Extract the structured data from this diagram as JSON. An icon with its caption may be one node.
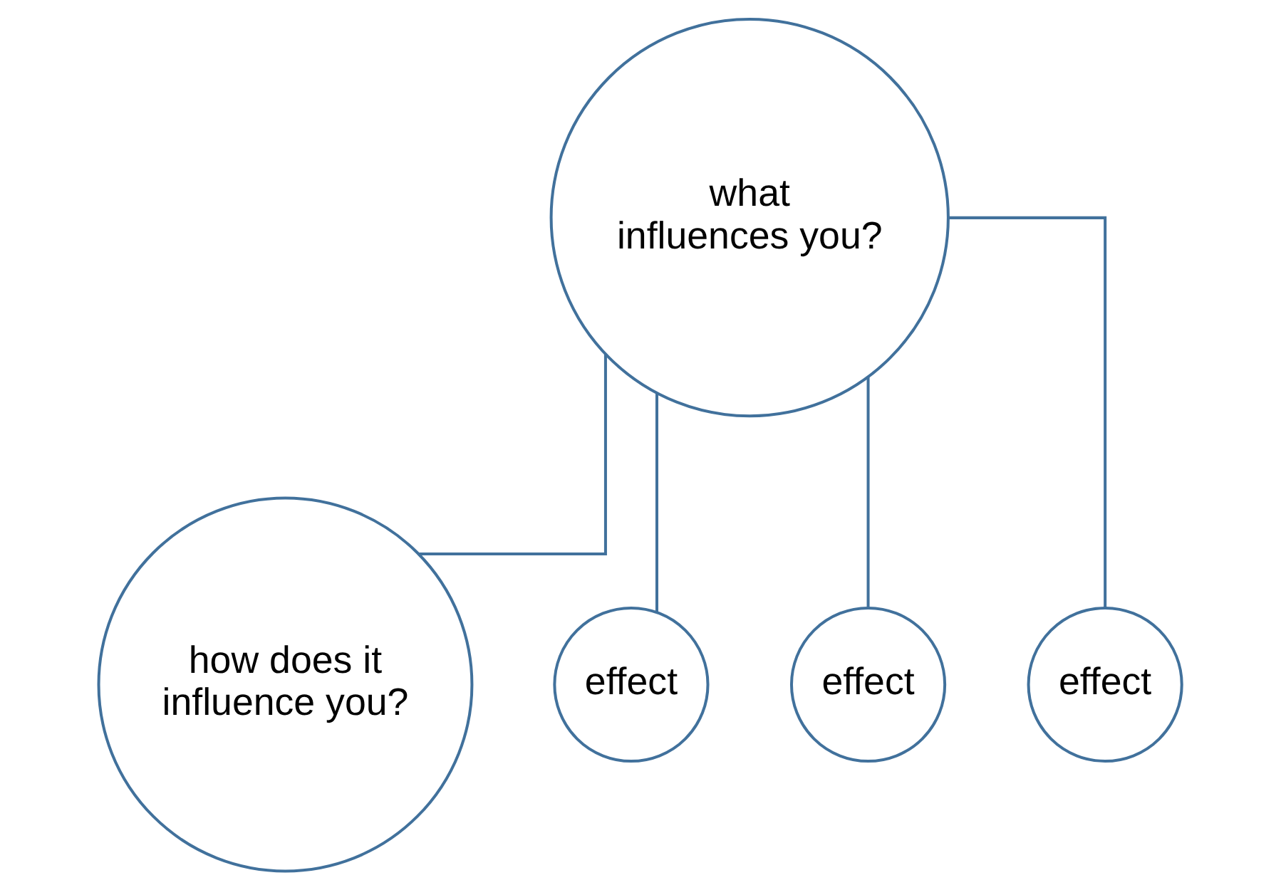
{
  "diagram": {
    "nodes": [
      {
        "text": [
          "what influences you?"
        ]
      },
      {
        "text": [
          "how does it influence you?"
        ]
      },
      {
        "text": [
          "effect"
        ]
      },
      {
        "text": [
          "effect"
        ]
      },
      {
        "text": [
          "effect"
        ]
      }
    ],
    "edges": [
      {
        "from": 0,
        "to": 1,
        "arrow": "none"
      },
      {
        "from": 0,
        "to": 2,
        "arrow": "none"
      },
      {
        "from": 0,
        "to": 3,
        "arrow": "none"
      },
      {
        "from": 0,
        "to": 4,
        "arrow": "none"
      }
    ]
  }
}
